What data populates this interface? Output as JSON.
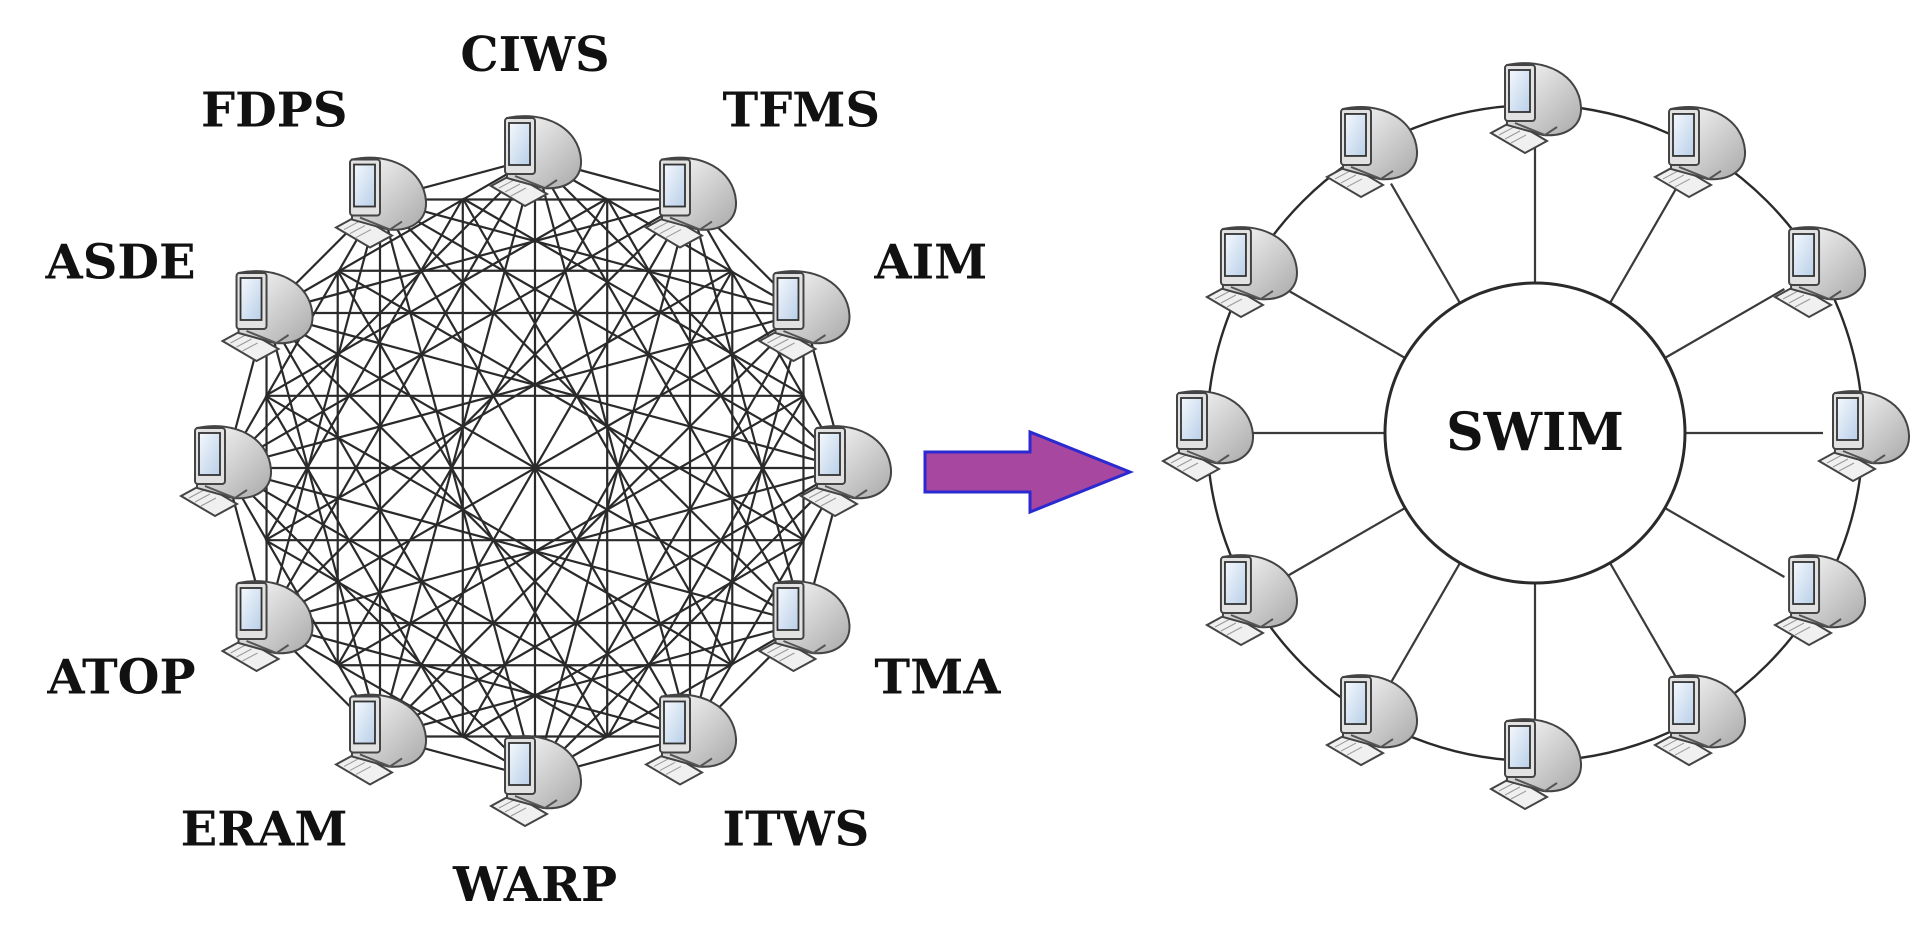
{
  "colors": {
    "arrow_fill": "#a8479f",
    "arrow_stroke": "#2a2ad0",
    "line": "#2a2a2a",
    "screen": "#dce9f7",
    "monitor_shell": "#e6e6e6"
  },
  "left_network": {
    "icon": "computer-icon",
    "nodes": [
      "CIWS",
      "TFMS",
      "AIM",
      "",
      "TMA",
      "ITWS",
      "WARP",
      "ERAM",
      "ATOP",
      "",
      "ASDE",
      "FDPS"
    ]
  },
  "right_network": {
    "hub_label": "SWIM",
    "icon": "computer-icon",
    "node_count": 12
  },
  "transition": {
    "icon": "right-arrow-icon"
  }
}
